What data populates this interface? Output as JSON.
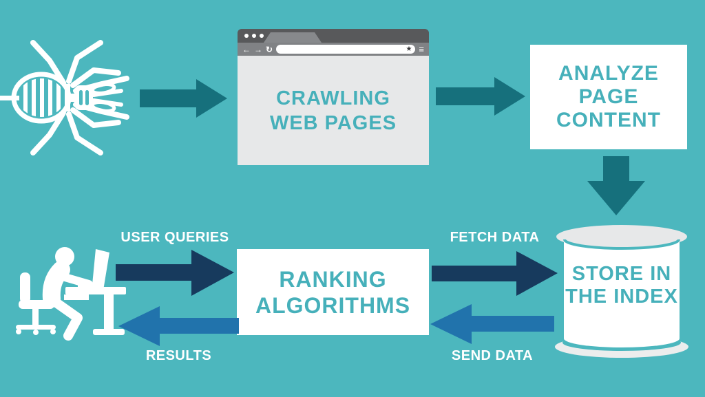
{
  "title": "Search engine process infographic",
  "colors": {
    "background": "#4cb7be",
    "arrow_teal": "#16707c",
    "arrow_navy": "#173a5d",
    "arrow_blue": "#2173ac",
    "node_text_teal": "#46b0ba",
    "white": "#ffffff",
    "browser_dark_gray": "#58595b",
    "browser_gray": "#808285",
    "panel_light_gray": "#e7e8e9"
  },
  "nodes": {
    "crawling": {
      "lines": [
        "CRAWLING",
        "WEB PAGES"
      ]
    },
    "analyze": {
      "lines": [
        "ANALYZE",
        "PAGE",
        "CONTENT"
      ]
    },
    "ranking": {
      "lines": [
        "RANKING",
        "ALGORITHMS"
      ]
    },
    "index": {
      "lines": [
        "STORE",
        "IN THE",
        "INDEX"
      ]
    }
  },
  "edges": {
    "user_queries": {
      "label": "USER QUERIES",
      "direction": "right",
      "color": "#173a5d"
    },
    "results": {
      "label": "RESULTS",
      "direction": "left",
      "color": "#2173ac"
    },
    "fetch_data": {
      "label": "FETCH DATA",
      "direction": "right",
      "color": "#173a5d"
    },
    "send_data": {
      "label": "SEND DATA",
      "direction": "left",
      "color": "#2173ac"
    }
  },
  "browser_chrome": {
    "back_glyph": "←",
    "forward_glyph": "→",
    "refresh_glyph": "↻",
    "bookmark_glyph": "★",
    "menu_glyph": "≡"
  },
  "icons": {
    "spider": "web-crawler spider",
    "database": "index database cylinder",
    "user_at_desk": "person using computer at desk"
  }
}
